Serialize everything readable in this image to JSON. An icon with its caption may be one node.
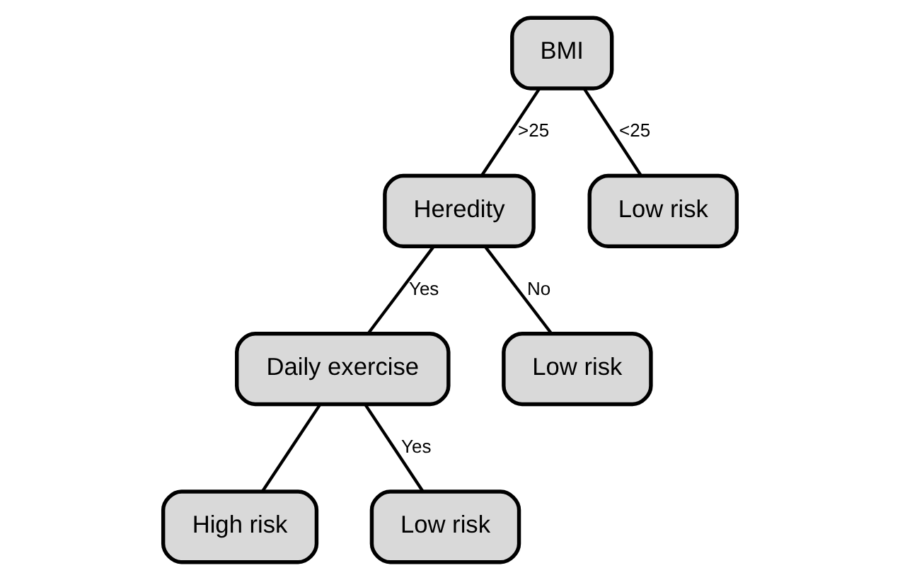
{
  "diagram": {
    "nodes": [
      {
        "text": [
          "BMI"
        ]
      },
      {
        "text": [
          "Heredity"
        ]
      },
      {
        "text": [
          "Low risk"
        ]
      },
      {
        "text": [
          "Daily exercise"
        ]
      },
      {
        "text": [
          "Low risk"
        ]
      },
      {
        "text": [
          "High risk"
        ]
      },
      {
        "text": [
          "Low risk"
        ]
      }
    ],
    "edges": [
      {
        "from": 0,
        "to": 1,
        "arrow": "none",
        "label": ">25"
      },
      {
        "from": 0,
        "to": 2,
        "arrow": "none",
        "label": "<25"
      },
      {
        "from": 1,
        "to": 3,
        "arrow": "none",
        "label": "Yes"
      },
      {
        "from": 1,
        "to": 4,
        "arrow": "none",
        "label": "No"
      },
      {
        "from": 3,
        "to": 5,
        "arrow": "none"
      },
      {
        "from": 3,
        "to": 6,
        "arrow": "none",
        "label": "Yes"
      }
    ]
  }
}
